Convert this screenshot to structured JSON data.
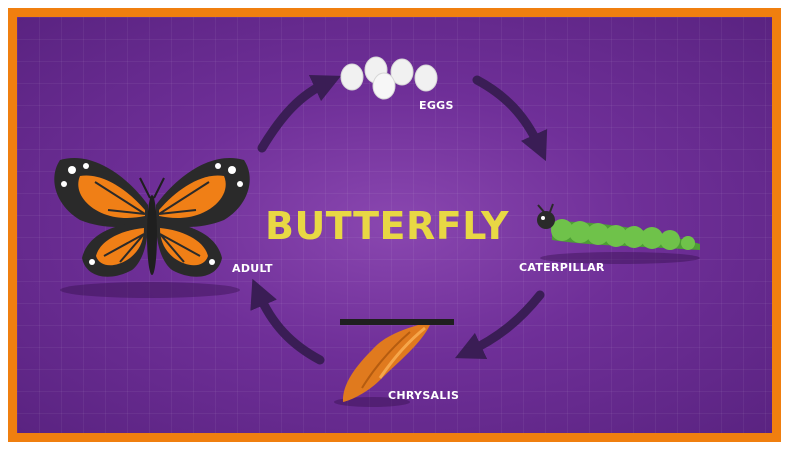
{
  "diagram": {
    "title": "BUTTERFLY",
    "stages": [
      {
        "key": "eggs",
        "label": "EGGS"
      },
      {
        "key": "caterpillar",
        "label": "CATERPILLAR"
      },
      {
        "key": "chrysalis",
        "label": "CHRYSALIS"
      },
      {
        "key": "adult",
        "label": "ADULT"
      }
    ],
    "colors": {
      "frame": "#f07f0f",
      "background": "#6f2f98",
      "title": "#e8d844",
      "arrow": "#3a1d55",
      "label": "#ffffff",
      "wing_orange": "#f07f16",
      "wing_black": "#2a2a2a",
      "caterpillar_green": "#6fc24a",
      "chrysalis_orange": "#e07a1e"
    },
    "icons": [
      "egg-icon",
      "caterpillar-icon",
      "chrysalis-icon",
      "butterfly-icon",
      "cycle-arrow-icon"
    ]
  }
}
